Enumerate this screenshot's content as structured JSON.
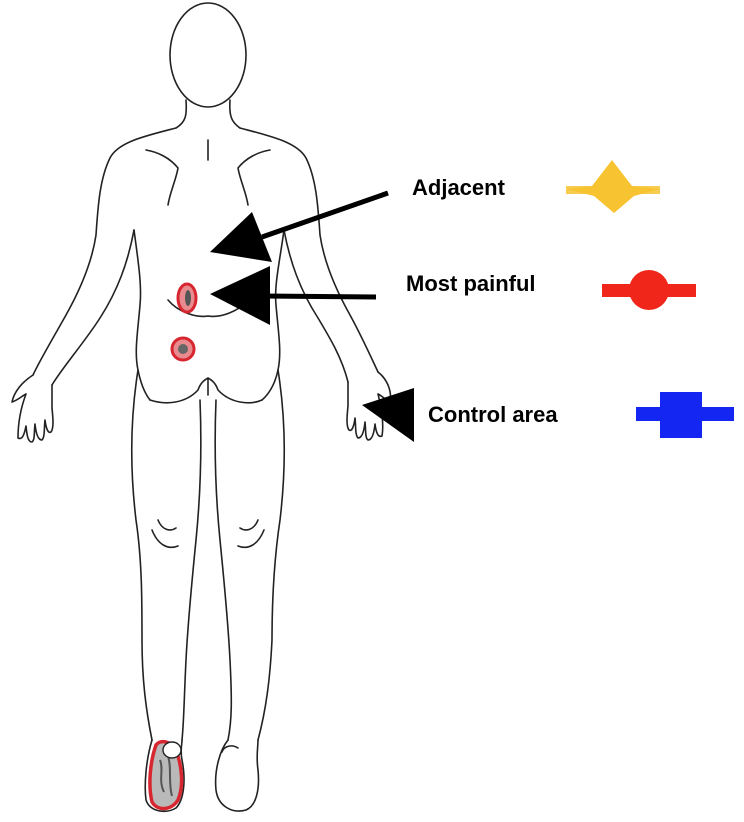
{
  "legend": [
    {
      "id": "adjacent",
      "label": "Adjacent",
      "color": "#F7C331",
      "marker": "star-blob-icon"
    },
    {
      "id": "most_painful",
      "label": "Most painful",
      "color": "#F0261B",
      "marker": "round-blob-icon"
    },
    {
      "id": "control",
      "label": "Control area",
      "color": "#1426F2",
      "marker": "square-blob-icon"
    }
  ],
  "colors": {
    "outline": "#222222",
    "pain_mark": "#D7262F",
    "pain_fill": "#E88A8E",
    "pain_shade": "#555555",
    "arrow": "#000000"
  }
}
